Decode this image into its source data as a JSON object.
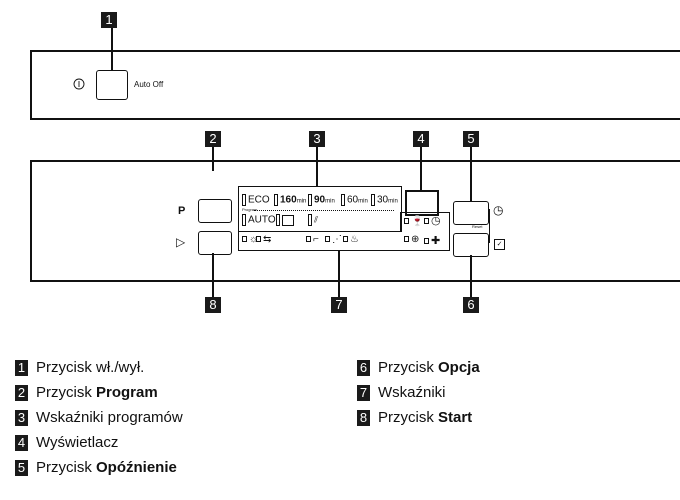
{
  "callouts": [
    "1",
    "2",
    "3",
    "4",
    "5",
    "6",
    "7",
    "8"
  ],
  "panel_top": {
    "power_symbol": "power-icon",
    "auto_off_label": "Auto Off"
  },
  "panel_bottom": {
    "program_button_symbol": "P",
    "start_button_symbol": "▷",
    "reset_label": "Reset",
    "program_indicators": {
      "row1": [
        {
          "label": "ECO",
          "unit": ""
        },
        {
          "label": "160",
          "unit": "min"
        },
        {
          "label": "90",
          "unit": "min"
        },
        {
          "label": "60",
          "unit": "min"
        },
        {
          "label": "30",
          "unit": "min"
        }
      ],
      "program_label": "Program",
      "row2": [
        {
          "label": "AUTO"
        },
        {
          "label": "",
          "icon": "pre-wash-icon"
        },
        {
          "label": "",
          "icon": "rinse-icon"
        }
      ]
    },
    "indicators": [
      {
        "icon": "sun-icon"
      },
      {
        "icon": "recycle-icon"
      },
      {
        "icon": "rinse-aid-icon"
      },
      {
        "icon": "spray-icon"
      },
      {
        "icon": "heat-icon"
      },
      {
        "icon": "glass-icon"
      },
      {
        "icon": "clock-icon"
      },
      {
        "icon": "tray-plus-icon"
      },
      {
        "icon": "puzzle-icon"
      }
    ]
  },
  "legend": [
    {
      "num": "1",
      "text": "Przycisk wł./wył.",
      "bold": ""
    },
    {
      "num": "2",
      "text": "Przycisk ",
      "bold": "Program"
    },
    {
      "num": "3",
      "text": "Wskaźniki programów",
      "bold": ""
    },
    {
      "num": "4",
      "text": "Wyświetlacz",
      "bold": ""
    },
    {
      "num": "5",
      "text": "Przycisk ",
      "bold": "Opóźnienie"
    },
    {
      "num": "6",
      "text": "Przycisk ",
      "bold": "Opcja"
    },
    {
      "num": "7",
      "text": "Wskaźniki",
      "bold": ""
    },
    {
      "num": "8",
      "text": "Przycisk ",
      "bold": "Start"
    }
  ]
}
